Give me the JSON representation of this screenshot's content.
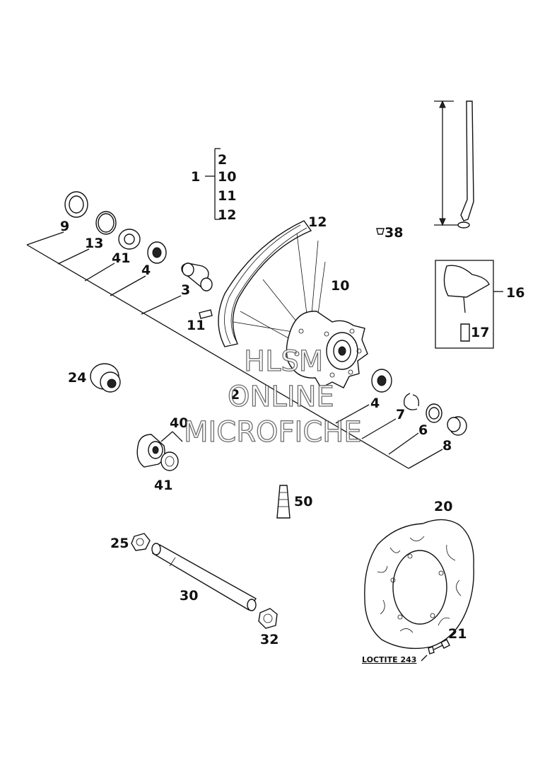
{
  "labels": {
    "p1": "1",
    "p2a": "2",
    "p10a": "10",
    "p11a": "11",
    "p12a": "12",
    "p9": "9",
    "p13": "13",
    "p41a": "41",
    "p4a": "4",
    "p3": "3",
    "p12b": "12",
    "p10b": "10",
    "p11b": "11",
    "p2b": "2",
    "p38": "38",
    "p16": "16",
    "p17": "17",
    "p24": "24",
    "p40": "40",
    "p41b": "41",
    "p4b": "4",
    "p7": "7",
    "p6": "6",
    "p8": "8",
    "p50": "50",
    "p20": "20",
    "p25": "25",
    "p30": "30",
    "p32": "32",
    "p21": "21"
  },
  "note": "LOCTITE 243",
  "watermark": [
    "HLSM",
    "ONLINE",
    "MICROFICHE"
  ]
}
